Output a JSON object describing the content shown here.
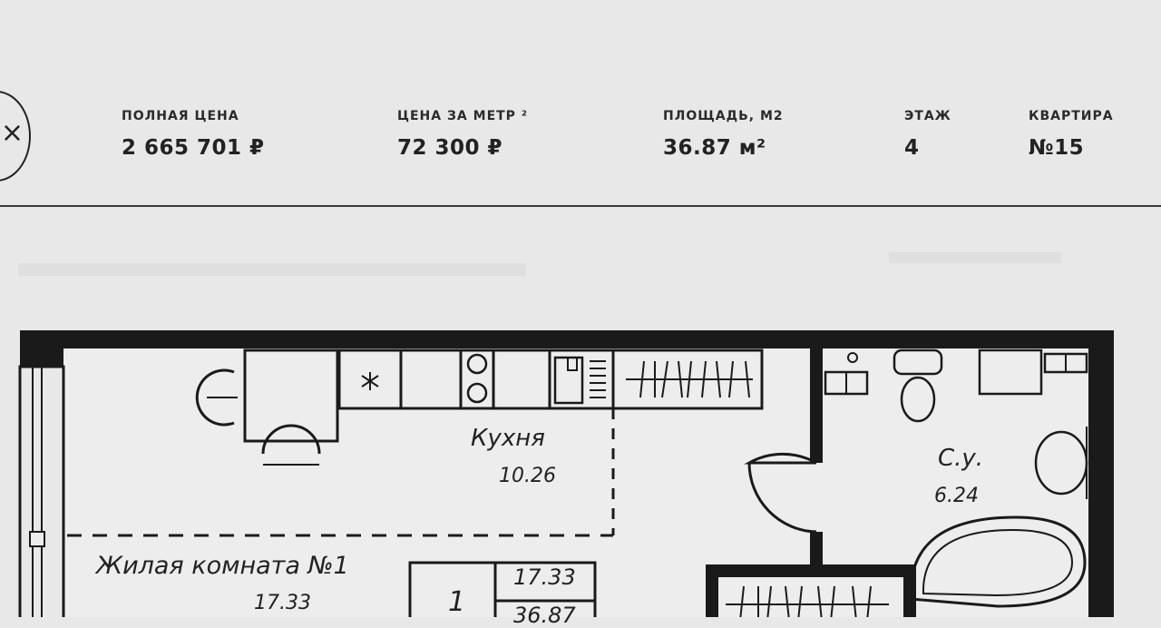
{
  "header": {
    "close_icon": "close-icon",
    "close_glyph": "×",
    "stats": [
      {
        "label": "ПОЛНАЯ ЦЕНА",
        "value": "2 665 701 ₽"
      },
      {
        "label": "ЦЕНА ЗА МЕТР ²",
        "value": "72 300 ₽"
      },
      {
        "label": "ПЛОЩАДЬ, М2",
        "value": "36.87 м²"
      },
      {
        "label": "ЭТАЖ",
        "value": "4"
      },
      {
        "label": "КВАРТИРА",
        "value": "№15"
      }
    ]
  },
  "plan": {
    "kitchen": {
      "name": "Кухня",
      "area": "10.26"
    },
    "bathroom": {
      "name": "С.у.",
      "area": "6.24"
    },
    "living": {
      "name": "Жилая комната №1",
      "area": "17.33"
    },
    "legend": {
      "rooms": "1",
      "living_area": "17.33",
      "total_area": "36.87"
    }
  }
}
